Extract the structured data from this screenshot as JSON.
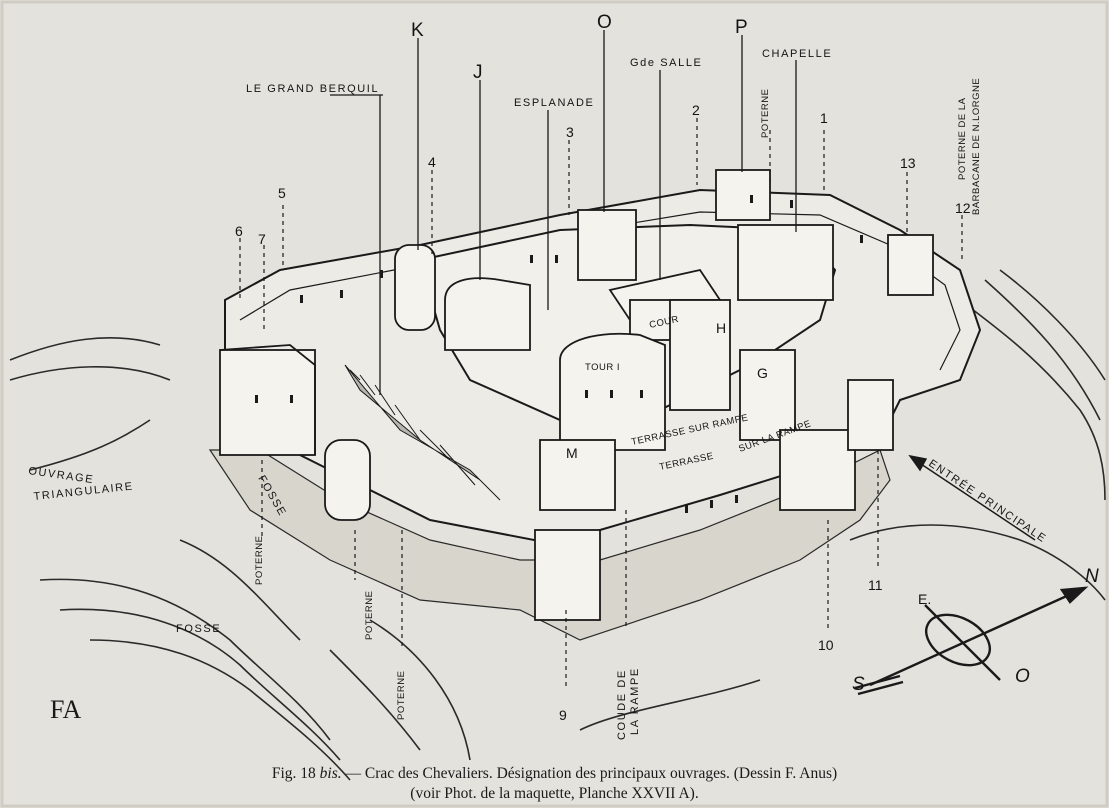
{
  "figure": {
    "caption_line1_fig": "Fig. 18 ",
    "caption_line1_bis": "bis.",
    "caption_line1_rest": " — Crac des Chevaliers. Désignation des principaux ouvrages. (Dessin F. Anus)",
    "caption_line2": "(voir Phot. de la maquette, Planche XXVII A)."
  },
  "labels": {
    "k": "K",
    "j": "J",
    "o": "O",
    "p": "P",
    "grand_berquil": "LE GRAND BERQUIL",
    "esplanade": "ESPLANADE",
    "salle": "Gde SALLE",
    "chapelle": "CHAPELLE",
    "poterne_top": "POTERNE",
    "poterne_barbacane_1": "POTERNE DE LA",
    "poterne_barbacane_2": "BARBACANE DE N.LORGNE",
    "n1": "1",
    "n2": "2",
    "n3": "3",
    "n4": "4",
    "n5": "5",
    "n6": "6",
    "n7": "7",
    "n9": "9",
    "n10": "10",
    "n11": "11",
    "n12": "12",
    "n13": "13",
    "ouvrage_1": "OUVRAGE",
    "ouvrage_2": "TRIANGULAIRE",
    "fosse_mid": "FOSSE",
    "fosse_low": "FOSSE",
    "poterne_a": "POTERNE",
    "poterne_b": "POTERNE",
    "poterne_c": "POTERNE",
    "coude_1": "COUDE DE",
    "coude_2": "LA RAMPE",
    "entree": "ENTRÉE PRINCIPALE",
    "tour_i": "TOUR I",
    "tour_g": "G",
    "tour_h": "H",
    "tour_m": "M",
    "terrasse_rampe": "TERRASSE SUR RAMPE",
    "terrasse": "TERRASSE",
    "sur_la_rampe": "SUR LA RAMPE",
    "cour": "COUR",
    "compass_n": "N",
    "compass_e": "E.",
    "compass_o": "O",
    "compass_s": "S",
    "monogram": "FA"
  }
}
